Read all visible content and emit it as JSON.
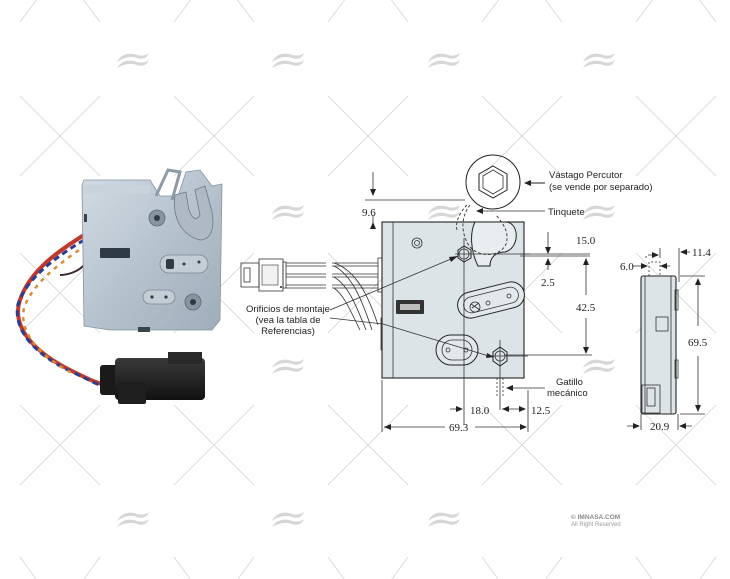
{
  "figure": {
    "subject": "Electronic rotary latch (cerradura electrónica) with technical drawing",
    "photo": {
      "description": "Product photo of zinc-plated latch with twisted wire harness and black connector",
      "colors": {
        "metal": "#b9c6d1",
        "metal_shade": "#8e9aa6",
        "connector": "#222222",
        "wire_red": "#c0392b",
        "wire_blue": "#2c3e8f",
        "wire_orange": "#d98a3a"
      }
    },
    "front_view": {
      "callouts": {
        "striker": "Vástago Percutor",
        "striker_note": "(se vende por separado)",
        "pawl": "Tinquete",
        "mounting_holes_1": "Orificios de montaje",
        "mounting_holes_2": "(vea la tabla de",
        "mounting_holes_3": "Referencias)",
        "trigger_1": "Gatillo",
        "trigger_2": "mecánico"
      },
      "dimensions": {
        "top_offset": "9.6",
        "hole_from_top": "15.0",
        "latch_offset": "2.5",
        "hole_spacing_vertical": "42.5",
        "hole_spacing_horizontal": "18.0",
        "trigger_offset": "12.5",
        "overall_width": "69.3"
      },
      "body_color": "#dde4e8"
    },
    "side_view": {
      "dimensions": {
        "pin_offset": "6.0",
        "top_offset": "11.4",
        "overall_height": "69.5",
        "overall_depth": "20.9"
      }
    }
  },
  "watermark": {
    "copyright": "© IMNASA.COM",
    "rights": "All Right Reserved",
    "color": "#d4d4d4"
  }
}
